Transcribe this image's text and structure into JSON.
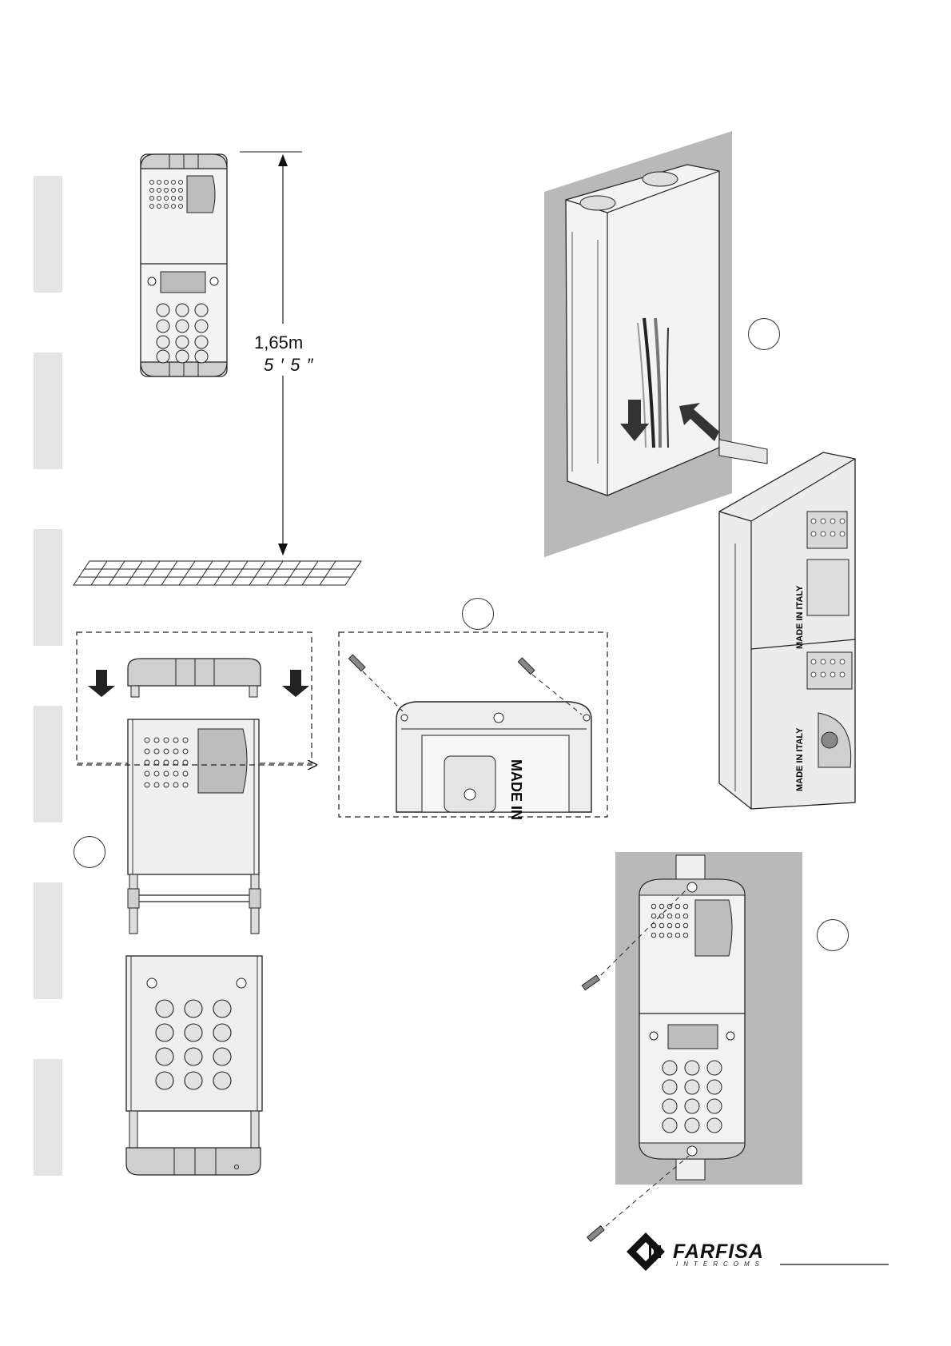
{
  "mounting_height": {
    "metric": "1,65m",
    "imperial": "5 ′ 5 ″"
  },
  "module_marking": "MADE IN",
  "module_marking_full": "MADE IN ITALY",
  "brand": {
    "name": "FARFISA",
    "tagline": "INTERCOMS"
  },
  "icons": [
    "arrow-down-icon",
    "screw-icon",
    "speaker-grille-icon",
    "keypad-icon",
    "floor-grid-icon",
    "logo-icon"
  ],
  "colors": {
    "wall": "#b9b9b9",
    "tab": "#e4e4e4",
    "line": "#222222",
    "panel": "#f2f2f2",
    "cap": "#cfcfcf"
  }
}
